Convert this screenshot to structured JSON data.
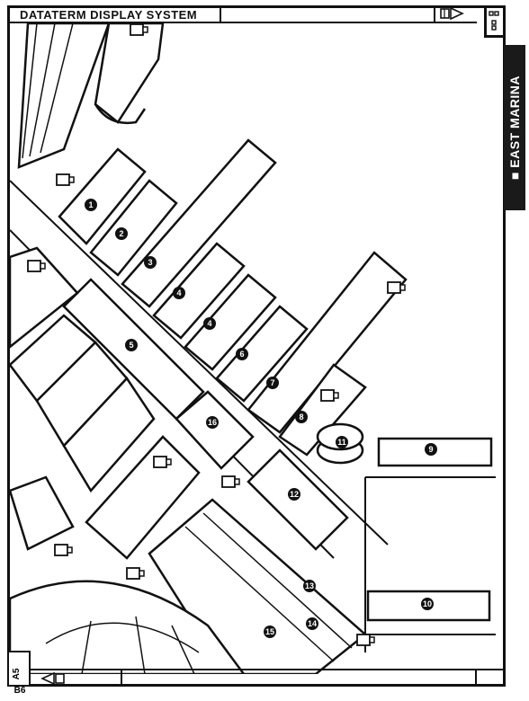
{
  "window": {
    "title": "DATATERM DISPLAY SYSTEM",
    "side_label": "■ EAST MARINA"
  },
  "grid": {
    "column": "A5",
    "row": "B6"
  },
  "map": {
    "buildings": [
      "1",
      "2",
      "3",
      "4",
      "4",
      "6",
      "7",
      "8",
      "9",
      "10",
      "11",
      "12",
      "13",
      "14",
      "15",
      "16",
      "5"
    ],
    "cameras": 10
  },
  "colors": {
    "ink": "#111111",
    "tab_background": "#1a1a1a",
    "paper": "#ffffff"
  }
}
